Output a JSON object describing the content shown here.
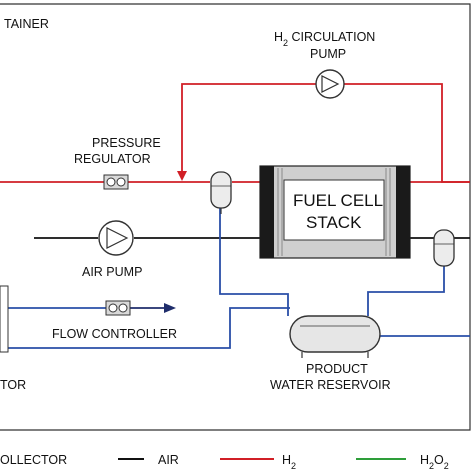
{
  "labels": {
    "container": "TAINER",
    "circulation_pump_line1": "H",
    "circulation_pump_sub": "2",
    "circulation_pump_rest": " CIRCULATION",
    "circulation_pump_line2": "PUMP",
    "pressure_regulator_line1": "PRESSURE",
    "pressure_regulator_line2": "REGULATOR",
    "fuel_cell_line1": "FUEL CELL",
    "fuel_cell_line2": "STACK",
    "air_pump": "AIR PUMP",
    "flow_controller": "FLOW CONTROLLER",
    "left_cut_label": "TOR",
    "reservoir_line1": "PRODUCT",
    "reservoir_line2": "WATER RESERVOIR"
  },
  "legend": {
    "collector": "OLLECTOR",
    "air": "AIR",
    "h2_main": "H",
    "h2_sub": "2",
    "h2o2_main": "H",
    "h2o2_sub1": "2",
    "h2o2_mid": "O",
    "h2o2_sub2": "2"
  },
  "colors": {
    "h2_line": "#d11f26",
    "air_line": "#111111",
    "water_line": "#2a4fa8",
    "h2o2_line": "#2e9e3a",
    "component_fill": "#e6e6e6",
    "stack_fin": "#1a1a1a"
  }
}
